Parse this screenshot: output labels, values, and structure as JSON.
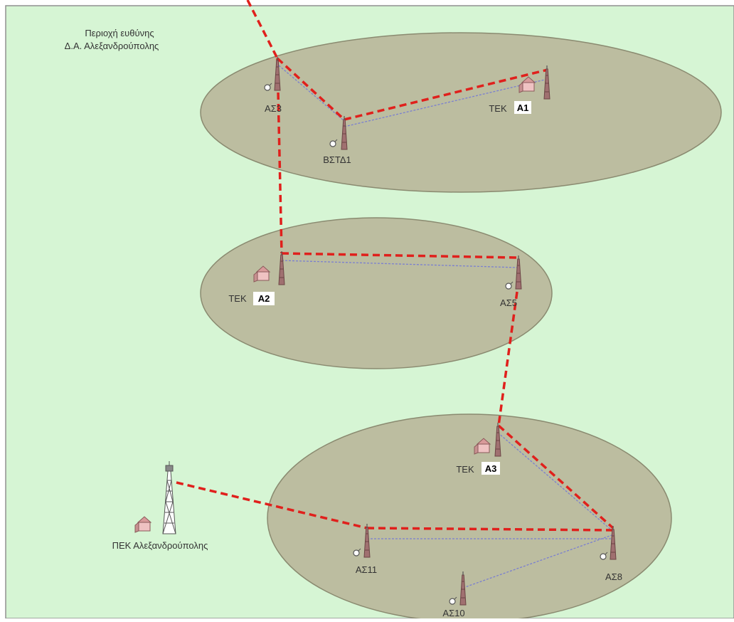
{
  "colors": {
    "background": "#d6f5d4",
    "zone_fill": "#bcbda0",
    "zone_stroke": "#8a8a70",
    "backbone_link": "#e0201c",
    "local_link": "#7a7fd0",
    "tower": "#a07070",
    "building": "#e8b4b4"
  },
  "area_label": {
    "line1": "Περιοχή ευθύνης",
    "line2": "Δ.Α. Αλεξανδρούπολης"
  },
  "sites": {
    "as3": "ΑΣ3",
    "vstd1": "ΒΣΤΔ1",
    "tek_a1_prefix": "ΤΕΚ",
    "tek_a1_code": "Α1",
    "tek_a2_prefix": "ΤΕΚ",
    "tek_a2_code": "Α2",
    "as5": "ΑΣ5",
    "tek_a3_prefix": "ΤΕΚ",
    "tek_a3_code": "Α3",
    "as11": "ΑΣ11",
    "as8": "ΑΣ8",
    "as10": "ΑΣ10",
    "pek": "ΠΕΚ Αλεξανδρούπολης"
  },
  "icons": {
    "tower": "radio-tower-icon",
    "building": "building-icon",
    "antenna": "antenna-dish-icon",
    "main_tower": "lattice-tower-icon"
  }
}
